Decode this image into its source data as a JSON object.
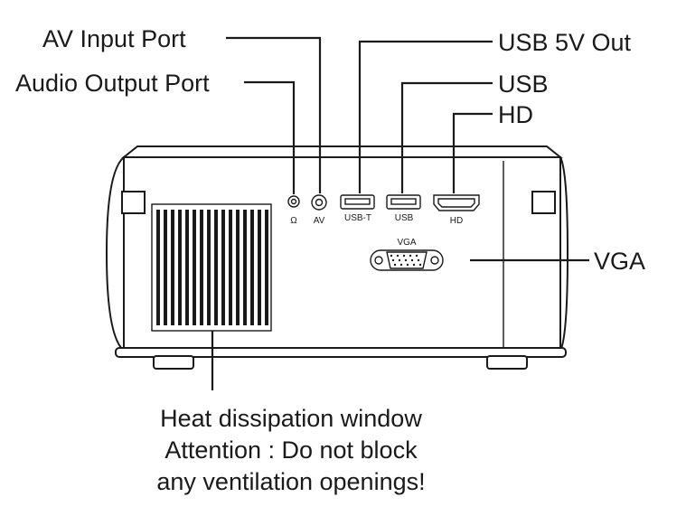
{
  "callouts": {
    "av_input": "AV Input Port",
    "audio_output": "Audio Output Port",
    "usb_5v": "USB 5V Out",
    "usb": "USB",
    "hd": "HD",
    "vga": "VGA"
  },
  "port_labels": {
    "audio_symbol": "Ω",
    "av": "AV",
    "usb_t": "USB-T",
    "usb": "USB",
    "hd": "HD",
    "vga": "VGA"
  },
  "notes": {
    "heat": "Heat dissipation window",
    "attention_line1": "Attention :  Do not block",
    "attention_line2": "any ventilation openings!"
  },
  "colors": {
    "ink": "#1a1a1a",
    "background": "#ffffff"
  }
}
